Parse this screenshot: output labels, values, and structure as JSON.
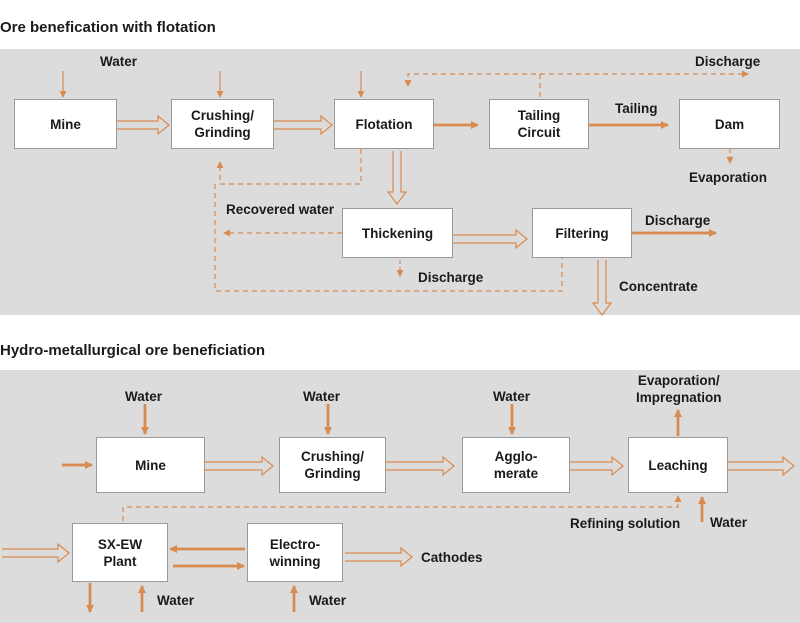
{
  "colors": {
    "accent": "#d98a4e",
    "panel": "#dcdcdc"
  },
  "top": {
    "title": "Ore benefication with flotation",
    "boxes": {
      "mine": "Mine",
      "crushing": "Crushing/\nGrinding",
      "flotation": "Flotation",
      "tailing_circuit": "Tailing\nCircuit",
      "dam": "Dam",
      "thickening": "Thickening",
      "filtering": "Filtering"
    },
    "labels": {
      "water": "Water",
      "discharge_top": "Discharge",
      "tailing": "Tailing",
      "evaporation": "Evaporation",
      "recovered_water": "Recovered water",
      "discharge_filtering": "Discharge",
      "discharge_bottom": "Discharge",
      "concentrate": "Concentrate"
    }
  },
  "bottom": {
    "title": "Hydro-metallurgical ore beneficiation",
    "boxes": {
      "mine": "Mine",
      "crushing": "Crushing/\nGrinding",
      "agglomerate": "Agglo-\nmerate",
      "leaching": "Leaching",
      "sxew": "SX-EW\nPlant",
      "electrowinning": "Electro-\nwinning"
    },
    "labels": {
      "water_mine": "Water",
      "water_crushing": "Water",
      "water_agglomerate": "Water",
      "evaporation": "Evaporation/\nImpregnation",
      "refining_solution": "Refining solution",
      "water_leaching": "Water",
      "cathodes": "Cathodes",
      "water_sxew": "Water",
      "water_electrowinning": "Water"
    }
  }
}
